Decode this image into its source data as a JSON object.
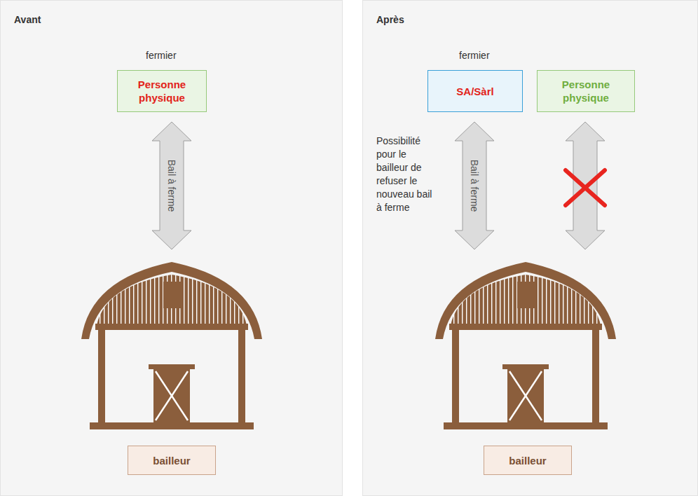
{
  "diagram": {
    "nodes": [
      {
        "text": [
          "Personne physique"
        ]
      },
      {
        "text": [
          "bailleur"
        ]
      },
      {
        "text": [
          "SA/Sàrl"
        ]
      },
      {
        "text": [
          "Personne physique"
        ]
      },
      {
        "text": [
          "bailleur"
        ]
      }
    ],
    "edges": [
      {
        "from": 0,
        "to": 1,
        "arrow": "both",
        "label": "Bail à ferme"
      },
      {
        "from": 2,
        "to": 4,
        "arrow": "both",
        "label": "Bail à ferme"
      },
      {
        "from": 3,
        "to": 4,
        "arrow": "both"
      }
    ],
    "labels": [
      "Avant",
      "Après",
      "fermier",
      "fermier",
      "Possibilité pour le bailleur de refuser le nouveau bail à ferme"
    ]
  }
}
